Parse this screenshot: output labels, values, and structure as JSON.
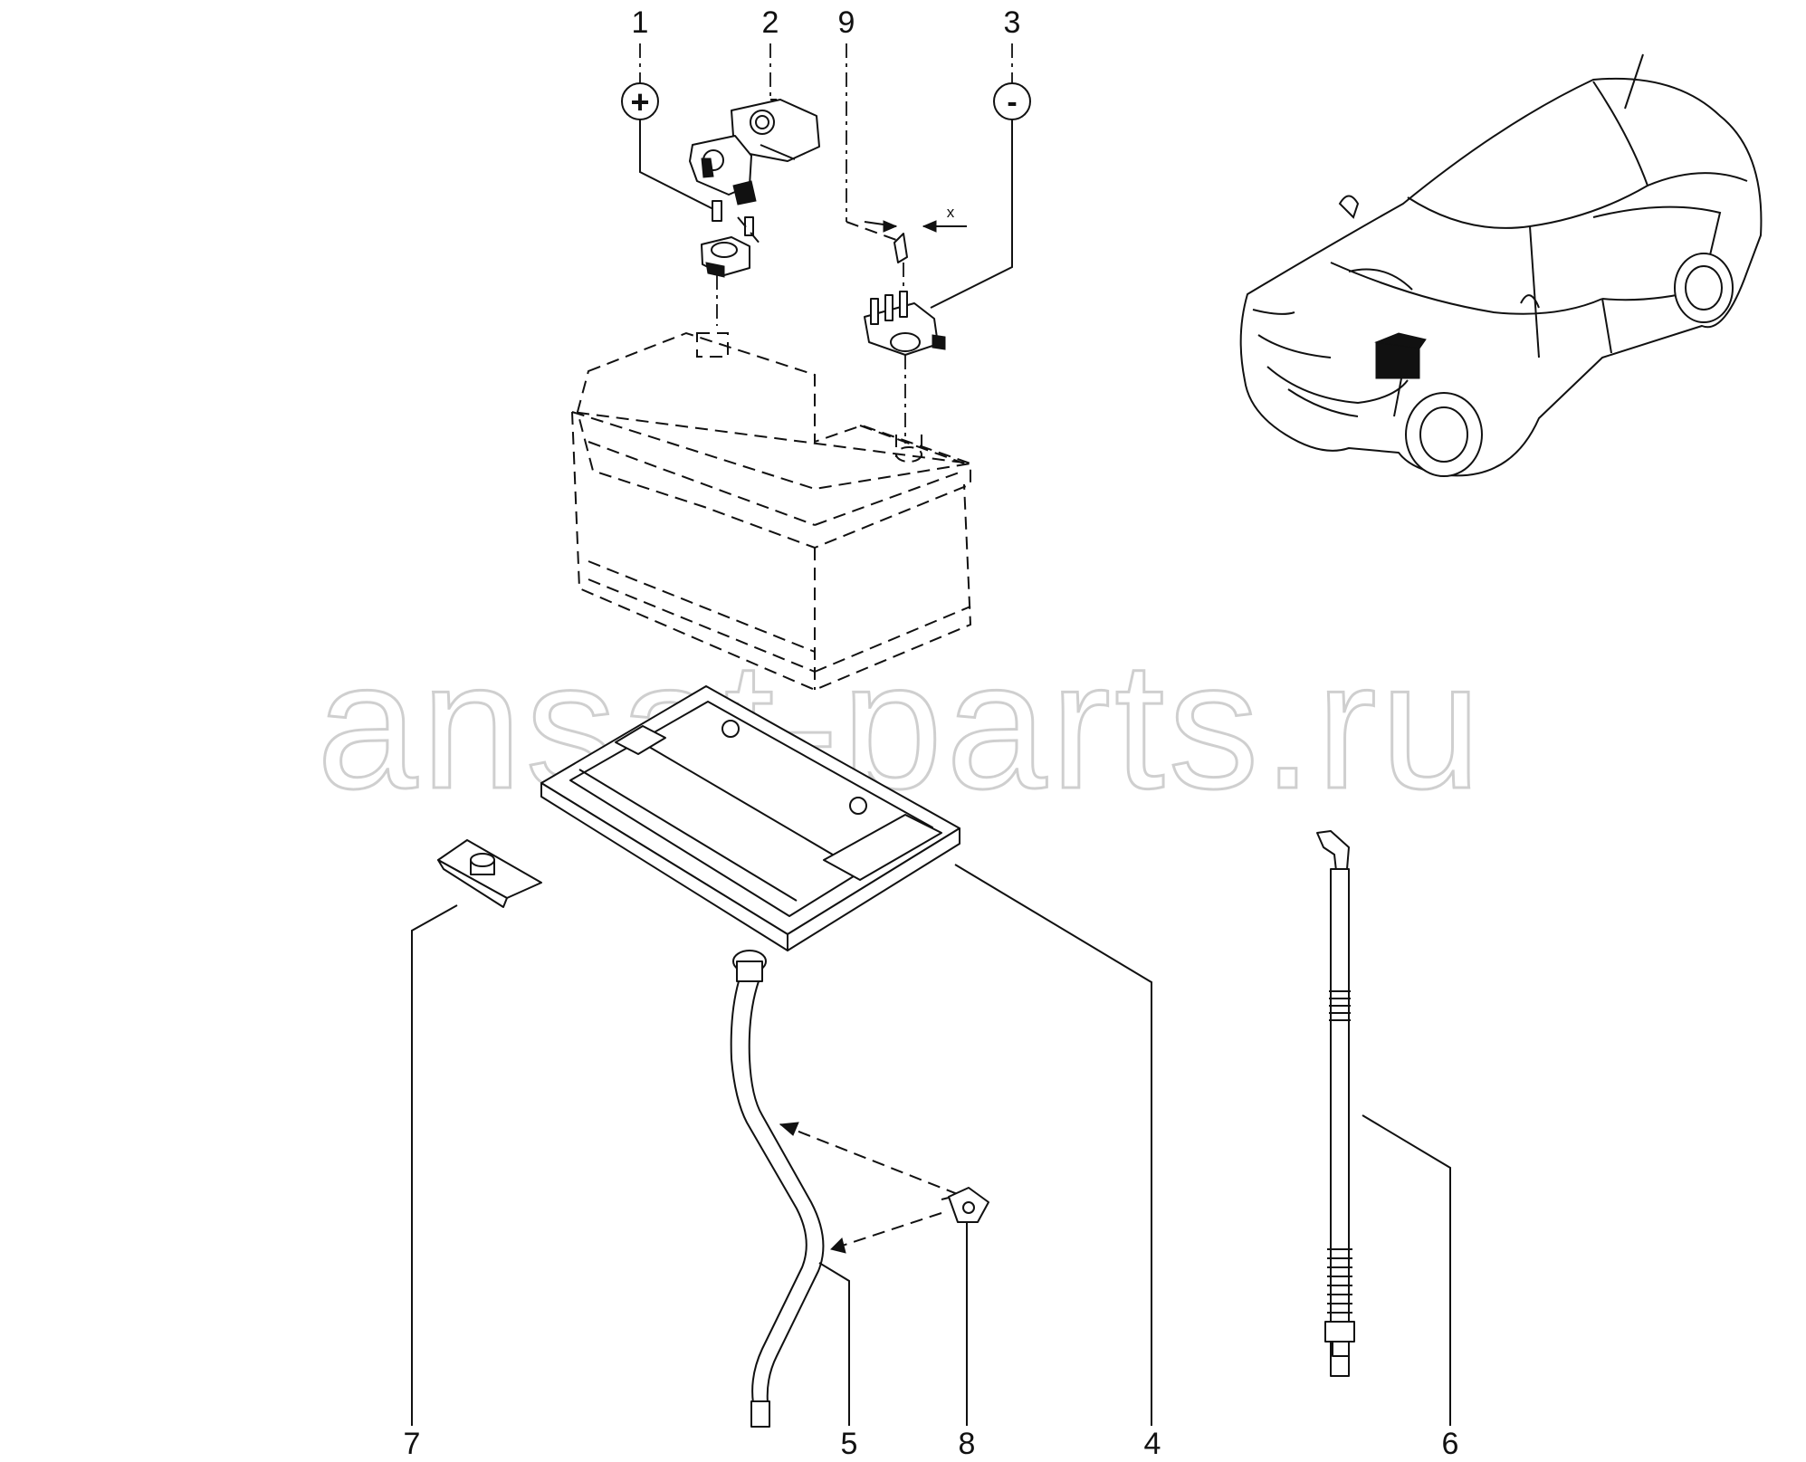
{
  "watermark": "ansat-parts.ru",
  "callouts": [
    {
      "id": "1",
      "label": "1"
    },
    {
      "id": "2",
      "label": "2"
    },
    {
      "id": "9",
      "label": "9"
    },
    {
      "id": "3",
      "label": "3"
    },
    {
      "id": "7",
      "label": "7"
    },
    {
      "id": "5",
      "label": "5"
    },
    {
      "id": "8",
      "label": "8"
    },
    {
      "id": "4",
      "label": "4"
    },
    {
      "id": "6",
      "label": "6"
    }
  ],
  "terminals": {
    "positive": "+",
    "negative": "-"
  },
  "dimension_label": "x"
}
